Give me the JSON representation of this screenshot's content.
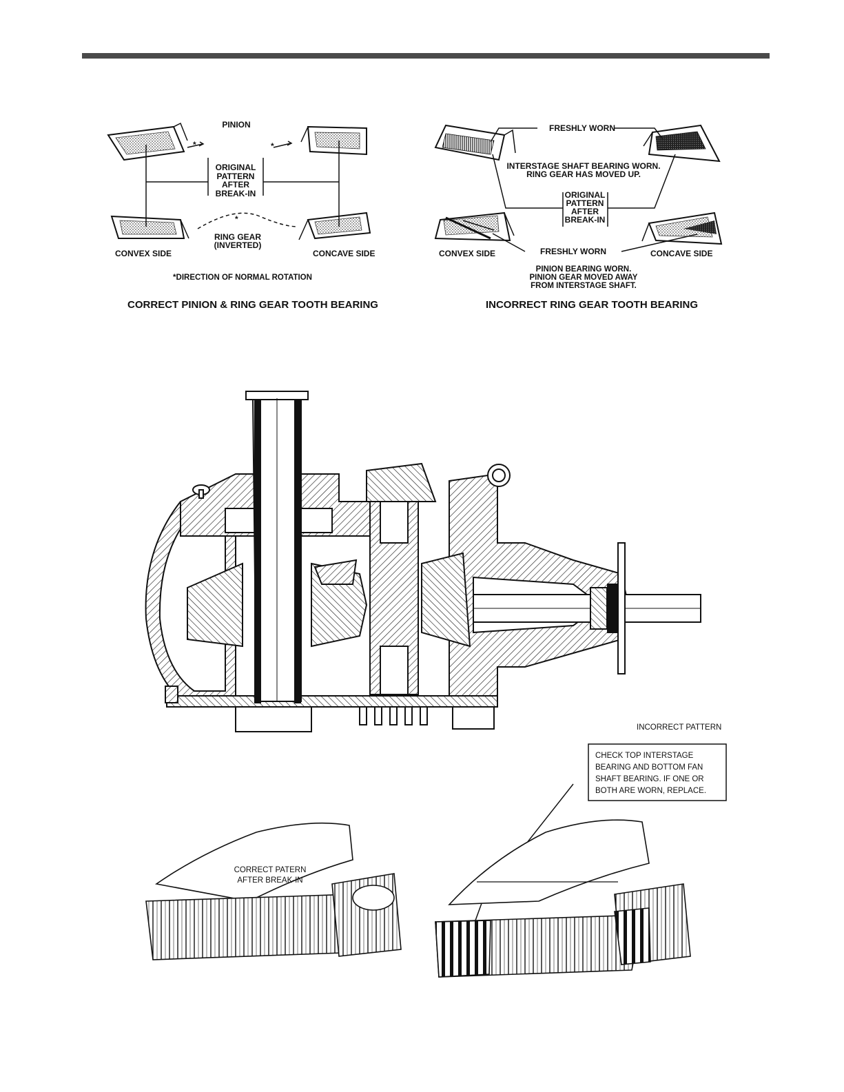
{
  "top_figure": {
    "left": {
      "pinion_label": "PINION",
      "center_label_lines": [
        "ORIGINAL",
        "PATTERN",
        "AFTER",
        "BREAK-IN"
      ],
      "ring_gear_lines": [
        "RING GEAR",
        "(INVERTED)"
      ],
      "convex_label": "CONVEX SIDE",
      "concave_label": "CONCAVE SIDE",
      "rotation_note": "*DIRECTION OF NORMAL ROTATION",
      "caption": "CORRECT PINION & RING GEAR TOOTH BEARING"
    },
    "right": {
      "freshly_worn_top": "FRESHLY WORN",
      "interstage_lines": [
        "INTERSTAGE SHAFT BEARING WORN.",
        "RING GEAR HAS MOVED UP."
      ],
      "center_label_lines": [
        "ORIGINAL",
        "PATTERN",
        "AFTER",
        "BREAK-IN"
      ],
      "freshly_worn_bottom": "FRESHLY WORN",
      "convex_label": "CONVEX SIDE",
      "concave_label": "CONCAVE SIDE",
      "pinion_note_lines": [
        "PINION BEARING WORN.",
        "PINION GEAR MOVED AWAY",
        "FROM INTERSTAGE SHAFT."
      ],
      "caption": "INCORRECT RING GEAR TOOTH BEARING"
    }
  },
  "bottom_figure": {
    "incorrect_pattern_label": "INCORRECT PATTERN",
    "callout_lines": [
      "CHECK TOP INTERSTAGE",
      "BEARING AND BOTTOM FAN",
      "SHAFT BEARING. IF ONE OR",
      "BOTH ARE WORN, REPLACE."
    ],
    "correct_pattern_lines": [
      "CORRECT PATERN",
      "AFTER BREAK-IN"
    ]
  },
  "colors": {
    "ink": "#111111",
    "bar": "#4a4a4a",
    "hatch": "#222222",
    "stipple": "#9a9a9a"
  }
}
